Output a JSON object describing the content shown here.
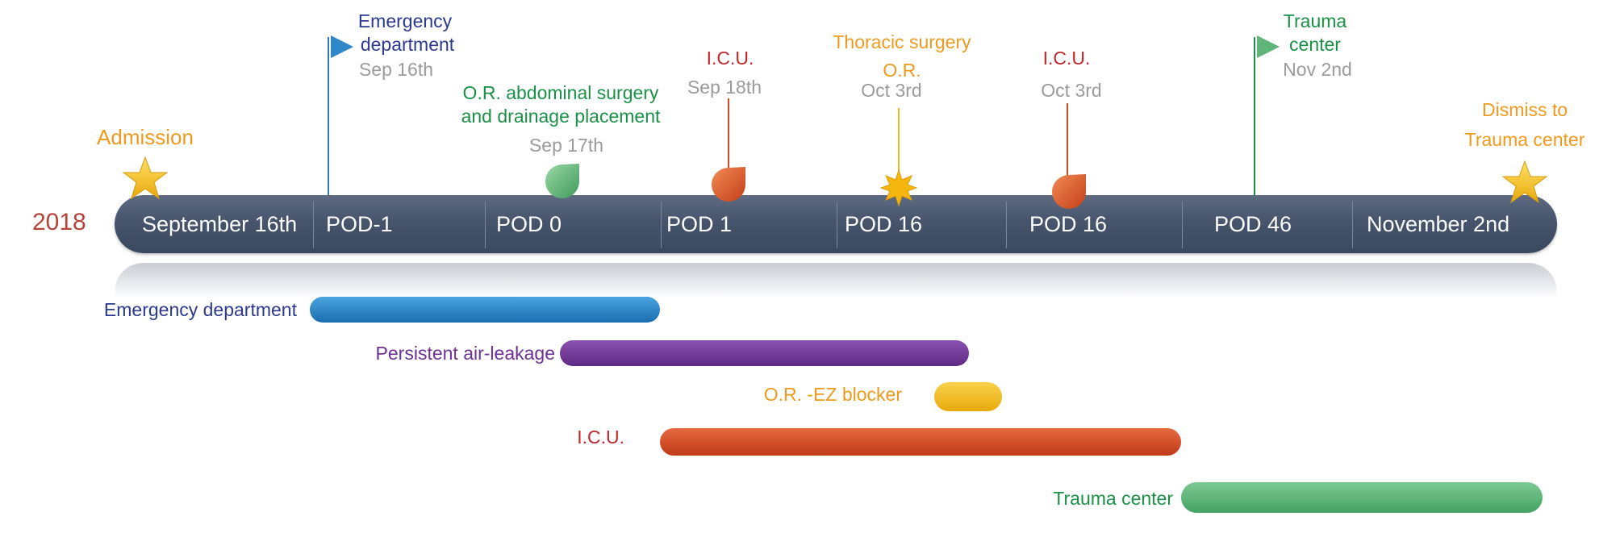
{
  "year": "2018",
  "axis_segments": [
    "September 16th",
    "POD-1",
    "POD 0",
    "POD 1",
    "POD 16",
    "POD 16",
    "POD 46",
    "November 2nd"
  ],
  "events": {
    "admission": {
      "label": "Admission"
    },
    "emergency": {
      "label_line1": "Emergency",
      "label_line2": "department",
      "date": "Sep 16th"
    },
    "abdominal": {
      "label_line1": "O.R. abdominal surgery",
      "label_line2": "and drainage placement",
      "date": "Sep 17th"
    },
    "icu1": {
      "label": "I.C.U.",
      "date": "Sep 18th"
    },
    "thoracic": {
      "label_line1": "Thoracic surgery",
      "label_line2": "O.R.",
      "date": "Oct 3rd"
    },
    "icu2": {
      "label": "I.C.U.",
      "date": "Oct 3rd"
    },
    "trauma": {
      "label_line1": "Trauma",
      "label_line2": "center",
      "date": "Nov 2nd"
    },
    "dismiss": {
      "label_line1": "Dismiss to",
      "label_line2": "Trauma center"
    }
  },
  "bars": [
    {
      "label": "Emergency department",
      "color": "#1f7fc4"
    },
    {
      "label": "Persistent air-leakage",
      "color": "#6c3192"
    },
    {
      "label": "O.R. -EZ blocker",
      "color": "#f3b918"
    },
    {
      "label": "I.C.U.",
      "color": "#cf4a26"
    },
    {
      "label": "Trauma center",
      "color": "#4fae6c"
    }
  ],
  "colors": {
    "orange": "#ef9a1d",
    "navy": "#2b3990",
    "green": "#1a9146",
    "red": "#c2272d",
    "purple": "#6c3192",
    "gray": "#9b9b9b"
  }
}
